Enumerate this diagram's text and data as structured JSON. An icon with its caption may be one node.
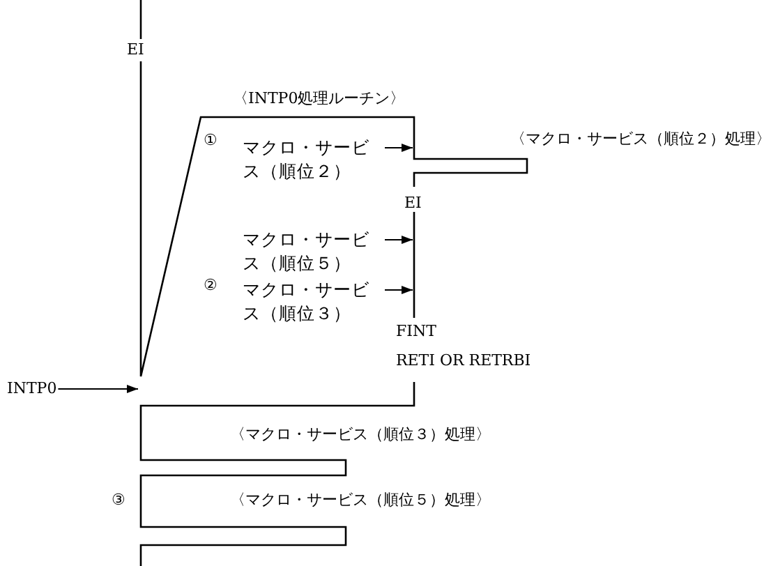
{
  "diagram": {
    "nodes": [
      {
        "text": [
          "INTP0"
        ]
      },
      {
        "text": [
          "マクロ・サービス（順位２）"
        ]
      },
      {
        "text": [
          "マクロ・サービス（順位５）"
        ]
      },
      {
        "text": [
          "マクロ・サービス（順位３）"
        ]
      }
    ],
    "edges": [
      {
        "from": 0,
        "to": null,
        "arrow": "to"
      },
      {
        "from": 1,
        "to": null,
        "arrow": "to"
      },
      {
        "from": 2,
        "to": null,
        "arrow": "to"
      },
      {
        "from": 3,
        "to": null,
        "arrow": "to"
      }
    ],
    "labels": [
      "EI",
      "〈INTP0処理ルーチン〉",
      "①",
      "〈マクロ・サービス（順位２）処理〉",
      "EI",
      "②",
      "FINT",
      "RETI OR RETRBI",
      "〈マクロ・サービス（順位３）処理〉",
      "③",
      "〈マクロ・サービス（順位５）処理〉"
    ]
  }
}
